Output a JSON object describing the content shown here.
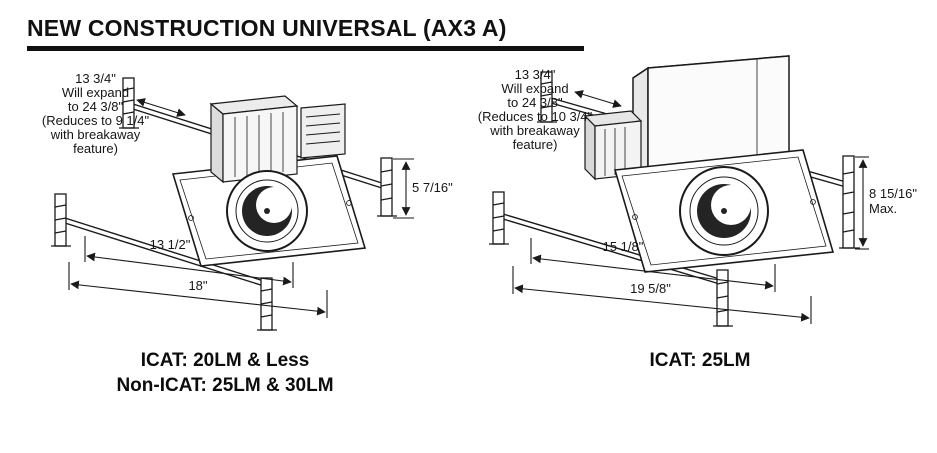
{
  "title": "NEW CONSTRUCTION UNIVERSAL (AX3 A)",
  "left_figure": {
    "note": {
      "line1": "13 3/4\"",
      "line2": "Will expand",
      "line3": "to 24 3/8\"",
      "line4": "(Reduces to 9 1/4\"",
      "line5": "with breakaway",
      "line6": "feature)"
    },
    "height_dim": "5 7/16\"",
    "inner_width_dim": "13 1/2\"",
    "outer_width_dim": "18\"",
    "caption": {
      "line1": "ICAT: 20LM & Less",
      "line2": "Non-ICAT: 25LM & 30LM"
    }
  },
  "right_figure": {
    "note": {
      "line1": "13 3/4\"",
      "line2": "Will expand",
      "line3": "to 24 3/8\"",
      "line4": "(Reduces to 10 3/4\"",
      "line5": "with breakaway",
      "line6": "feature)"
    },
    "height_dim": "8 15/16\"",
    "height_dim_qualifier": "Max.",
    "inner_width_dim": "15 1/8\"",
    "outer_width_dim": "19 5/8\"",
    "caption": {
      "line1": "ICAT: 25LM"
    }
  }
}
